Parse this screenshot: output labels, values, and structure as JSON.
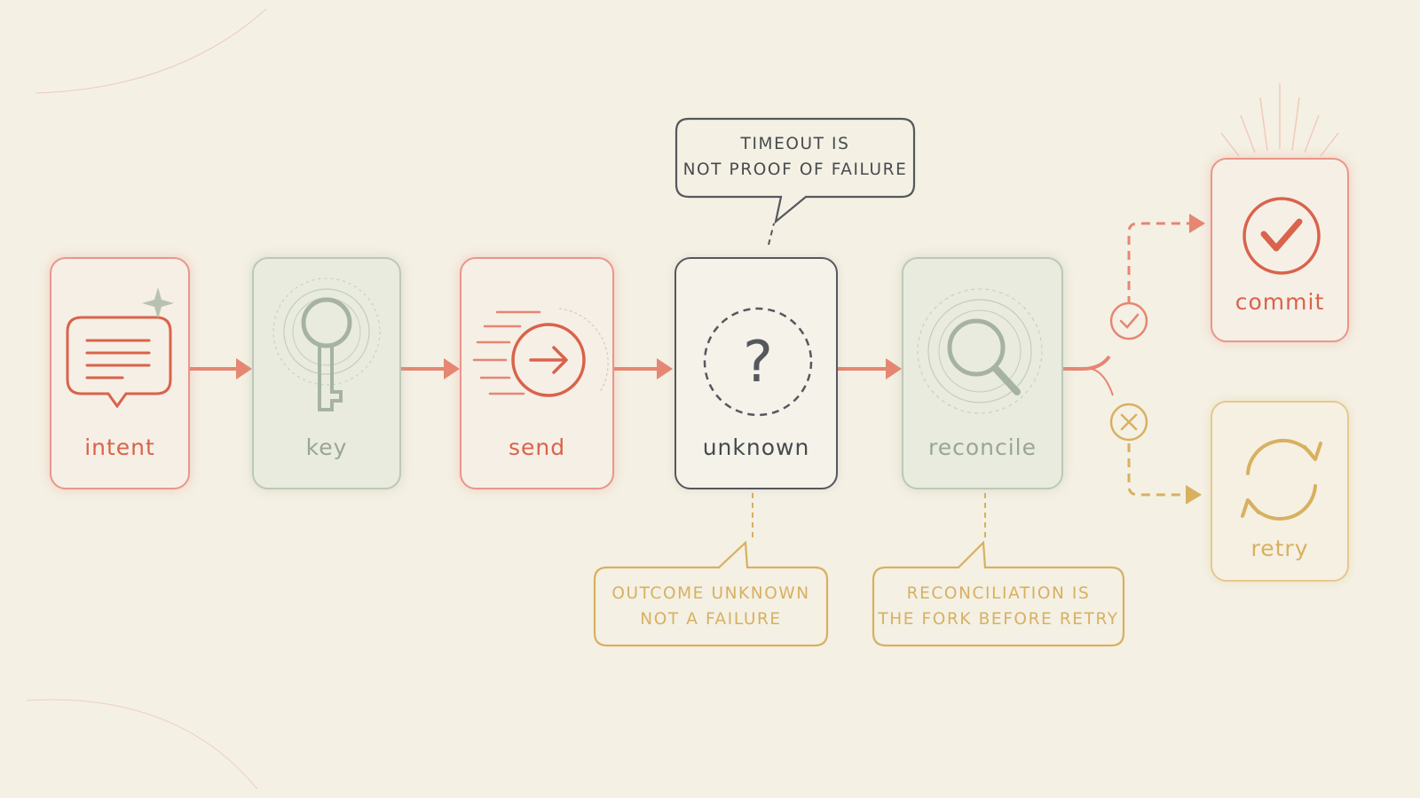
{
  "nodes": {
    "intent": {
      "label": "intent",
      "icon": "chat-bubble-icon"
    },
    "key": {
      "label": "key",
      "icon": "key-icon"
    },
    "send": {
      "label": "send",
      "icon": "send-arrow-icon"
    },
    "unknown": {
      "label": "unknown",
      "icon": "question-icon"
    },
    "reconcile": {
      "label": "reconcile",
      "icon": "magnifier-icon"
    },
    "commit": {
      "label": "commit",
      "icon": "checkmark-icon"
    },
    "retry": {
      "label": "retry",
      "icon": "refresh-icon"
    }
  },
  "callouts": {
    "timeout": {
      "line1": "TIMEOUT IS",
      "line2": "NOT PROOF OF FAILURE"
    },
    "outcome": {
      "line1": "OUTCOME UNKNOWN",
      "line2": "NOT A FAILURE"
    },
    "reconciliation": {
      "line1": "RECONCILIATION IS",
      "line2": "THE FORK BEFORE RETRY"
    }
  },
  "branch_badges": {
    "success": "check-badge-icon",
    "failure": "cross-badge-icon"
  },
  "colors": {
    "background": "#f4f0e4",
    "red": "#d9634b",
    "green": "#a7b3a1",
    "dark": "#55585c",
    "gold": "#d8b060"
  }
}
